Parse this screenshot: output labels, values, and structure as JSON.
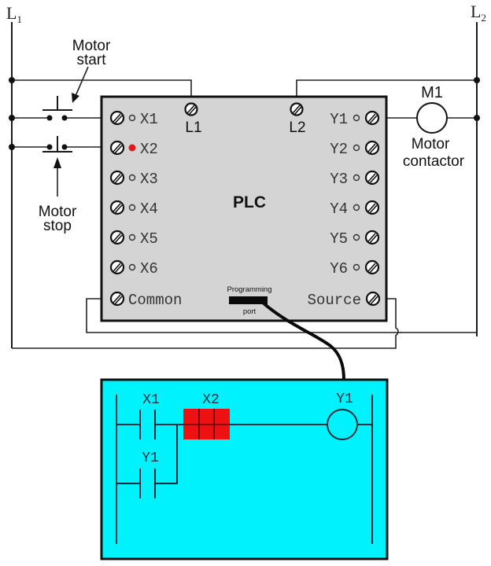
{
  "diagram": {
    "title": "PLC motor start/stop wiring with ladder logic program",
    "power_rails": {
      "left": {
        "label": "L",
        "subscript": "1"
      },
      "right": {
        "label": "L",
        "subscript": "2"
      }
    },
    "field_devices": {
      "start_button": {
        "label_line1": "Motor",
        "label_line2": "start"
      },
      "stop_button": {
        "label_line1": "Motor",
        "label_line2": "stop"
      },
      "motor_contactor": {
        "tag": "M1",
        "label_line1": "Motor",
        "label_line2": "contactor"
      }
    },
    "plc": {
      "title": "PLC",
      "power_terminals": [
        "L1",
        "L2"
      ],
      "inputs": [
        {
          "label": "X1",
          "active": false
        },
        {
          "label": "X2",
          "active": true
        },
        {
          "label": "X3",
          "active": false
        },
        {
          "label": "X4",
          "active": false
        },
        {
          "label": "X5",
          "active": false
        },
        {
          "label": "X6",
          "active": false
        }
      ],
      "outputs": [
        {
          "label": "Y1",
          "active": false
        },
        {
          "label": "Y2",
          "active": false
        },
        {
          "label": "Y3",
          "active": false
        },
        {
          "label": "Y4",
          "active": false
        },
        {
          "label": "Y5",
          "active": false
        },
        {
          "label": "Y6",
          "active": false
        }
      ],
      "common_label": "Common",
      "source_label": "Source",
      "programming_port": {
        "label_top": "Programming",
        "label_bottom": "port"
      }
    },
    "ladder_program": {
      "rung1": {
        "contact1": "X1",
        "contact2": "X2",
        "coil": "Y1",
        "seal_in_contact": "Y1",
        "highlighted_contact": "X2"
      }
    },
    "colors": {
      "plc_body": "#d4d4d4",
      "screen_bg": "#00f3fd",
      "active_led": "#e11b1b",
      "highlight": "#ee1111"
    }
  }
}
